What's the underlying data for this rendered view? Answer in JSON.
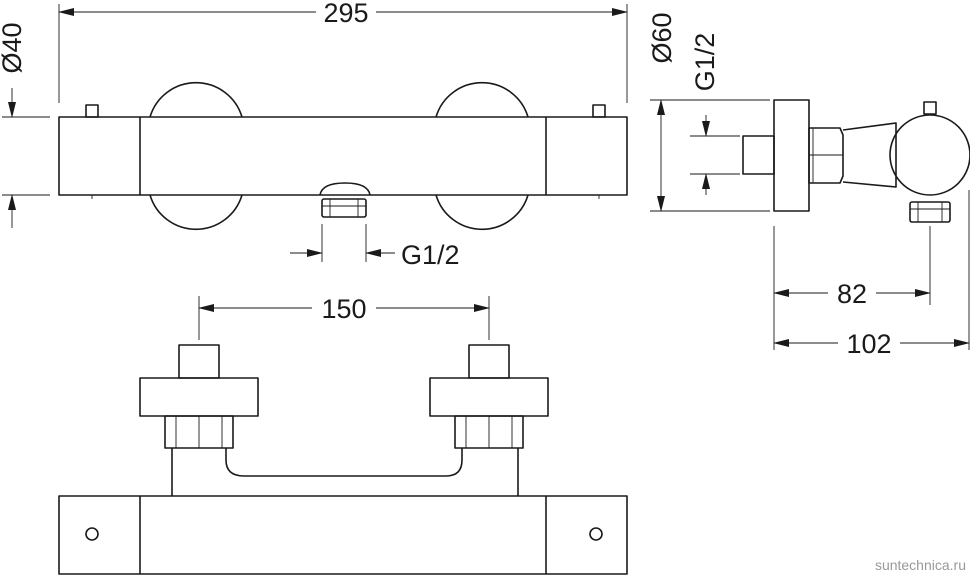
{
  "dimensions": {
    "overall_length": "295",
    "body_diameter": "Ø40",
    "escutcheon_diameter": "Ø60",
    "side_inlet_thread": "G1/2",
    "outlet_thread": "G1/2",
    "inlet_spacing": "150",
    "projection_body": "82",
    "projection_total": "102"
  },
  "watermark": "suntechnica.ru",
  "colors": {
    "line": "#1a1a1a",
    "watermark": "#9a9a9a",
    "background": "#ffffff"
  }
}
